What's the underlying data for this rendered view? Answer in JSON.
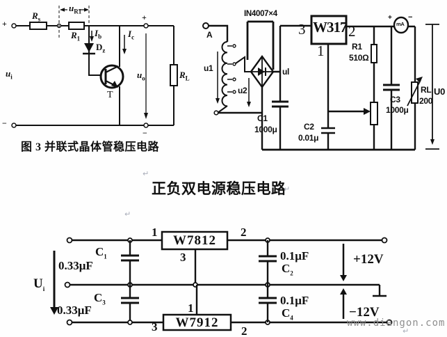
{
  "figure3": {
    "caption": "图 3  并联式晶体管稳压电路",
    "labels": {
      "plus_in": "+",
      "minus_in": "−",
      "plus_out": "+",
      "minus_out": "−",
      "rs": {
        "main": "R",
        "sub": "s"
      },
      "r1": {
        "main": "R",
        "sub": "1"
      },
      "ur1": {
        "main": "u",
        "sub": "R1"
      },
      "ib": {
        "main": "I",
        "sub": "b"
      },
      "dz": {
        "main": "D",
        "sub": "z"
      },
      "ic": {
        "main": "I",
        "sub": "c"
      },
      "ui": {
        "main": "u",
        "sub": "i"
      },
      "uo": {
        "main": "u",
        "sub": "o"
      },
      "rl": {
        "main": "R",
        "sub": "L"
      },
      "t": "T"
    }
  },
  "w317_circuit": {
    "labels": {
      "a": "A",
      "diodes": "IN4007×4",
      "u1": "u1",
      "u2": "u2",
      "ul": "ul",
      "c1_name": "C1",
      "c1_value": "1000μ",
      "regulator": "W317",
      "pin3": "3",
      "pin1": "1",
      "pin2": "2",
      "c2_name": "C2",
      "c2_value": "0.01μ",
      "r1_name": "R1",
      "r1_value": "510Ω",
      "c3_name": "C3",
      "c3_value": "1000μ",
      "meter": "mA",
      "meter_plus": "+",
      "meter_minus": "−",
      "rl_name": "RL",
      "rl_value": "200",
      "u0": "U0"
    }
  },
  "dual_supply": {
    "title": "正负双电源稳压电路",
    "labels": {
      "ui": {
        "main": "U",
        "sub": "i"
      },
      "c1": {
        "main": "C",
        "sub": "1"
      },
      "c1_value": "0.33μF",
      "c3": {
        "main": "C",
        "sub": "3"
      },
      "c3_value": "0.33μF",
      "reg_pos": "W7812",
      "reg_neg": "W7912",
      "pos_pin1": "1",
      "pos_pin2": "2",
      "pos_pin3": "3",
      "neg_pin1": "1",
      "neg_pin2": "2",
      "neg_pin3": "3",
      "c2": {
        "main": "C",
        "sub": "2"
      },
      "c2_value": "0.1μF",
      "c4": {
        "main": "C",
        "sub": "4"
      },
      "c4_value": "0.1μF",
      "out_pos": "+12V",
      "out_neg": "−12V"
    }
  },
  "watermark": "www.diangon.com",
  "pilcrow": "↵"
}
